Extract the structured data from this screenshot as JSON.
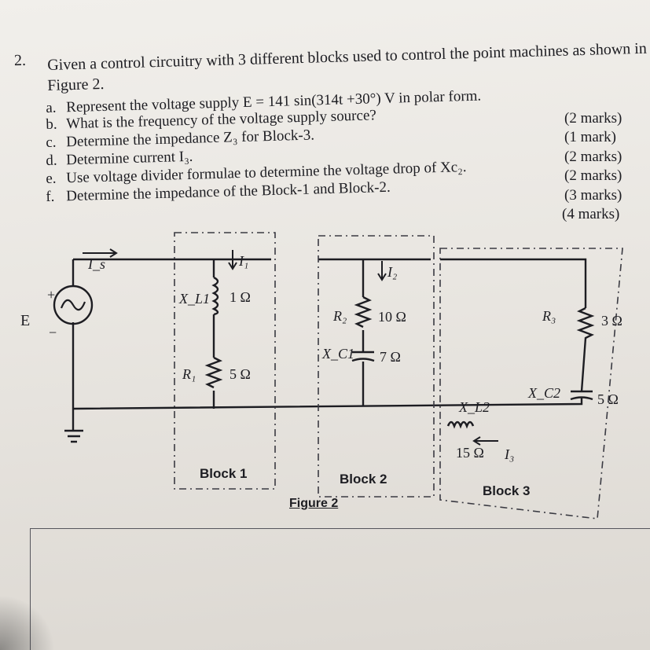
{
  "question": {
    "number": "2.",
    "stem_line1": "Given a control circuitry with 3 different blocks used to control the point machines as shown in",
    "stem_line2": "Figure 2.",
    "parts": [
      {
        "letter": "a.",
        "text": "Represent the voltage supply E = 141 sin(314t +30°) V in polar form.",
        "marks": "(2 marks)"
      },
      {
        "letter": "b.",
        "text": "What is the frequency of the voltage supply source?",
        "marks": "(1 mark)"
      },
      {
        "letter": "c.",
        "text": "Determine the impedance Z₃ for Block-3.",
        "marks": "(2 marks)"
      },
      {
        "letter": "d.",
        "text": "Determine current I₃.",
        "marks": "(2 marks)"
      },
      {
        "letter": "e.",
        "text": "Use voltage divider formulae to determine the voltage drop of Xc₂.",
        "marks": "(3 marks)"
      },
      {
        "letter": "f.",
        "text": "Determine the impedance of the Block-1 and Block-2.",
        "marks": "(4 marks)"
      }
    ]
  },
  "figure": {
    "caption": "Figure 2",
    "source_label": "E",
    "source_current": "I_s",
    "plus_sign": "+",
    "minus_sign": "−",
    "block1": {
      "label": "Block 1",
      "current": "I₁",
      "XL1_name": "X_L1",
      "XL1_value": "1 Ω",
      "R1_name": "R₁",
      "R1_value": "5 Ω"
    },
    "block2": {
      "label": "Block 2",
      "current": "I₂",
      "R2_name": "R₂",
      "R2_value": "10 Ω",
      "XC1_name": "X_C1",
      "XC1_value": "7 Ω"
    },
    "block3": {
      "label": "Block 3",
      "current": "I₃",
      "R3_name": "R₃",
      "R3_value": "3 Ω",
      "XC2_name": "X_C2",
      "XC2_value": "5 Ω",
      "XL2_name": "X_L2",
      "XL2_value": "15 Ω"
    }
  }
}
